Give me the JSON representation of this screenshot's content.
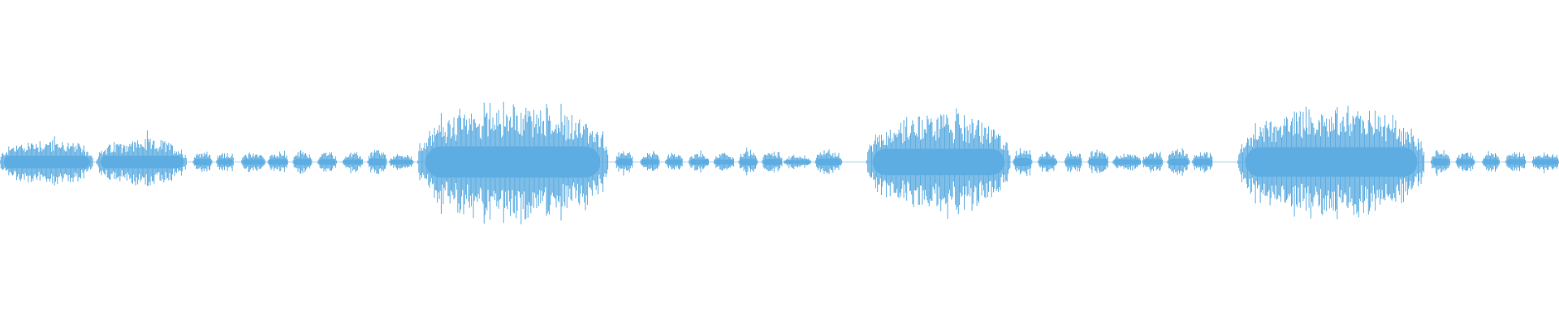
{
  "waveform": {
    "color": "#5dade2",
    "background": "#ffffff",
    "segments": [
      {
        "start": 0.0,
        "end": 0.06,
        "level": 0.4
      },
      {
        "start": 0.062,
        "end": 0.12,
        "level": 0.4
      },
      {
        "start": 0.124,
        "end": 0.136,
        "level": 0.2
      },
      {
        "start": 0.139,
        "end": 0.15,
        "level": 0.18
      },
      {
        "start": 0.155,
        "end": 0.17,
        "level": 0.18
      },
      {
        "start": 0.172,
        "end": 0.185,
        "level": 0.18
      },
      {
        "start": 0.188,
        "end": 0.2,
        "level": 0.2
      },
      {
        "start": 0.204,
        "end": 0.216,
        "level": 0.18
      },
      {
        "start": 0.22,
        "end": 0.233,
        "level": 0.16
      },
      {
        "start": 0.236,
        "end": 0.248,
        "level": 0.22
      },
      {
        "start": 0.25,
        "end": 0.265,
        "level": 0.14
      },
      {
        "start": 0.268,
        "end": 0.39,
        "level": 1.0
      },
      {
        "start": 0.395,
        "end": 0.406,
        "level": 0.22
      },
      {
        "start": 0.411,
        "end": 0.423,
        "level": 0.18
      },
      {
        "start": 0.427,
        "end": 0.438,
        "level": 0.16
      },
      {
        "start": 0.442,
        "end": 0.455,
        "level": 0.16
      },
      {
        "start": 0.458,
        "end": 0.471,
        "level": 0.16
      },
      {
        "start": 0.474,
        "end": 0.486,
        "level": 0.2
      },
      {
        "start": 0.489,
        "end": 0.502,
        "level": 0.2
      },
      {
        "start": 0.503,
        "end": 0.52,
        "level": 0.12
      },
      {
        "start": 0.523,
        "end": 0.54,
        "level": 0.22
      },
      {
        "start": 0.556,
        "end": 0.648,
        "level": 0.85
      },
      {
        "start": 0.65,
        "end": 0.662,
        "level": 0.26
      },
      {
        "start": 0.666,
        "end": 0.678,
        "level": 0.2
      },
      {
        "start": 0.683,
        "end": 0.694,
        "level": 0.2
      },
      {
        "start": 0.698,
        "end": 0.711,
        "level": 0.22
      },
      {
        "start": 0.714,
        "end": 0.732,
        "level": 0.16
      },
      {
        "start": 0.733,
        "end": 0.746,
        "level": 0.18
      },
      {
        "start": 0.749,
        "end": 0.763,
        "level": 0.22
      },
      {
        "start": 0.765,
        "end": 0.778,
        "level": 0.2
      },
      {
        "start": 0.794,
        "end": 0.914,
        "level": 0.95
      },
      {
        "start": 0.918,
        "end": 0.93,
        "level": 0.22
      },
      {
        "start": 0.934,
        "end": 0.946,
        "level": 0.18
      },
      {
        "start": 0.951,
        "end": 0.962,
        "level": 0.18
      },
      {
        "start": 0.966,
        "end": 0.979,
        "level": 0.18
      },
      {
        "start": 0.983,
        "end": 1.0,
        "level": 0.18
      }
    ]
  }
}
